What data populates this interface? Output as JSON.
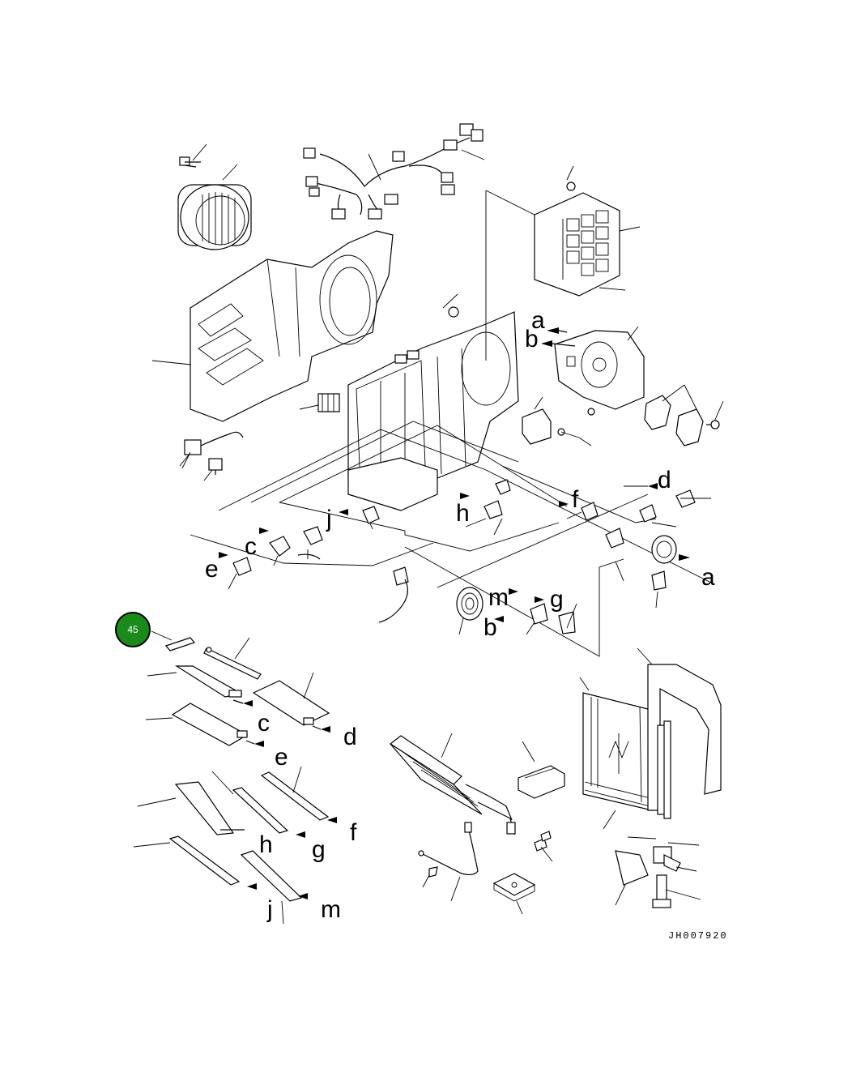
{
  "diagram": {
    "letters": {
      "a1": "a",
      "b1": "b",
      "d1": "d",
      "f1": "f",
      "h1": "h",
      "j1": "j",
      "c1": "c",
      "e1": "e",
      "a2": "a",
      "m1": "m",
      "g1": "g",
      "b2": "b",
      "c2": "c",
      "d2": "d",
      "e2": "e",
      "f2": "f",
      "h2": "h",
      "g2": "g",
      "j2": "j",
      "m2": "m"
    },
    "callout": {
      "number": "45",
      "color": "#1a8a1a"
    },
    "drawing_code": "JH007920"
  }
}
